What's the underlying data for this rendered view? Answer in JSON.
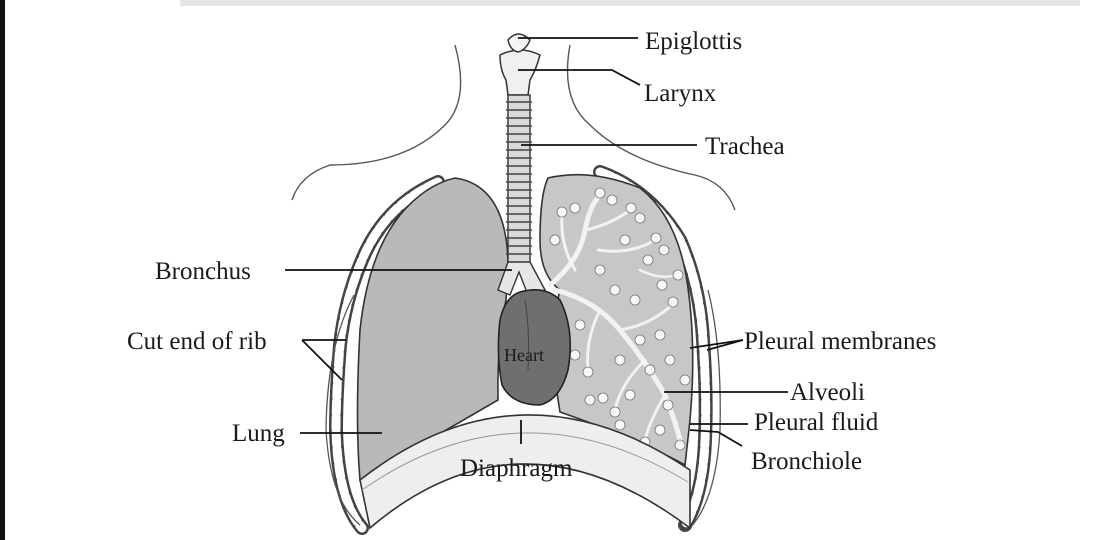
{
  "labels": {
    "epiglottis": "Epiglottis",
    "larynx": "Larynx",
    "trachea": "Trachea",
    "bronchus": "Bronchus",
    "cut_end_of_rib": "Cut end of rib",
    "pleural_membranes": "Pleural membranes",
    "heart": "Heart",
    "alveoli": "Alveoli",
    "pleural_fluid": "Pleural fluid",
    "lung": "Lung",
    "bronchiole": "Bronchiole",
    "diaphragm": "Diaphragm"
  },
  "colors": {
    "outline": "#333333",
    "lung_fill": "#b9b9b9",
    "lung_right_fill": "#c7c7c7",
    "heart_fill": "#6f6f6f",
    "bronchiole": "#f2f2f2",
    "alveoli": "#f7f7f7",
    "label_text": "#1a1a1a"
  }
}
